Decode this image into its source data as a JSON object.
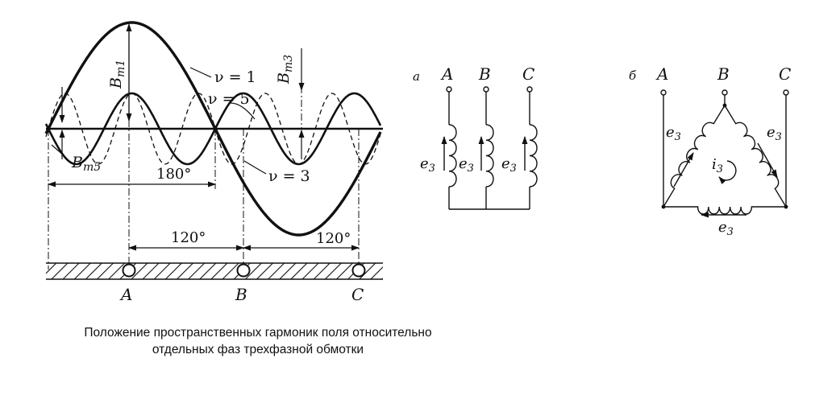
{
  "harmonics": {
    "nu1": "ν = 1",
    "nu3": "ν = 3",
    "nu5": "ν = 5",
    "bm1": "B",
    "bm1_sub": "m1",
    "bm3": "B",
    "bm3_sub": "m3",
    "bm5": "B",
    "bm5_sub": "m5",
    "angle_180": "180°",
    "angle_120_a": "120°",
    "angle_120_b": "120°"
  },
  "phases": {
    "a": "A",
    "b": "B",
    "c": "C"
  },
  "star": {
    "letter": "а",
    "a": "A",
    "b": "B",
    "c": "C",
    "emf": "e",
    "emf_sub": "3"
  },
  "delta": {
    "letter": "б",
    "a": "A",
    "b": "B",
    "c": "C",
    "emf": "e",
    "emf_sub": "3",
    "current": "i",
    "current_sub": "3"
  },
  "caption": {
    "line1": "Положение пространственных гармоник поля относительно",
    "line2": "отдельных фаз трехфазной обмотки"
  }
}
